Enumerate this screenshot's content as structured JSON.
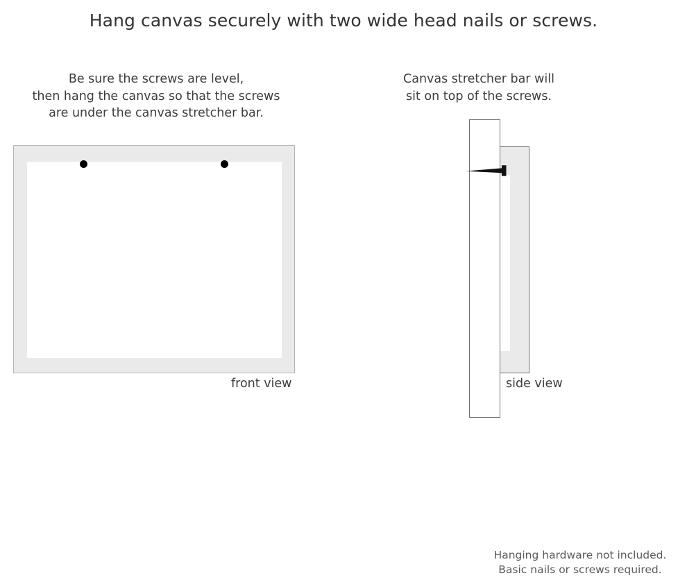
{
  "headline": "Hang canvas securely with two wide head nails or screws.",
  "captions": {
    "left": {
      "line1": "Be sure the screws are level,",
      "line2": "then hang the canvas so that the screws",
      "line3": "are under the canvas stretcher bar."
    },
    "right": {
      "line1": "Canvas stretcher bar will",
      "line2": "sit on top of the screws."
    }
  },
  "diagrams": {
    "front": {
      "label": "front view",
      "screws": [
        {
          "name": "left-screw"
        },
        {
          "name": "right-screw"
        }
      ]
    },
    "side": {
      "label": "side view"
    }
  },
  "footer": {
    "line1": "Hanging hardware not included.",
    "line2": "Basic nails or screws required."
  },
  "colors": {
    "frame_gray": "#eaeaea",
    "outline_gray": "#b4b4b4",
    "side_outline": "#6e6e6e",
    "nail_black": "#111111",
    "text": "#3d3d3d",
    "headline_text": "#333333",
    "footer_text": "#5a5a5a",
    "background": "#ffffff"
  }
}
